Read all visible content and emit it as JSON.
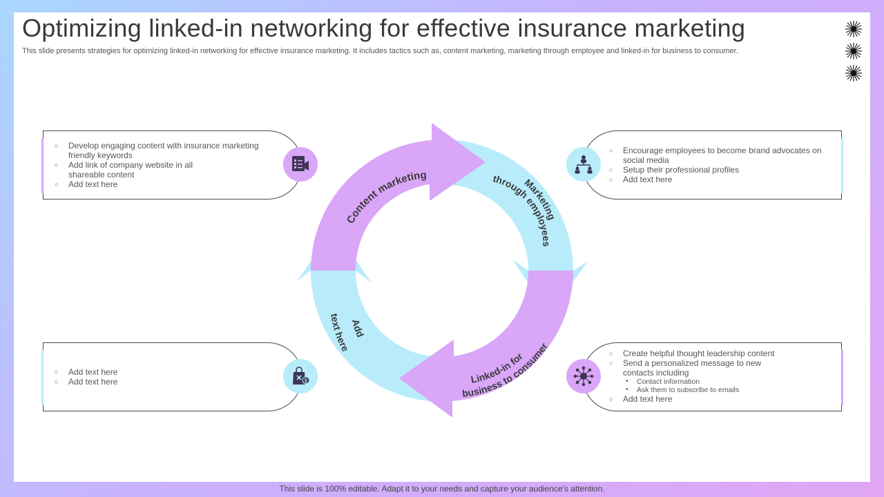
{
  "title": "Optimizing linked-in networking for effective insurance marketing",
  "subtitle": "This slide presents strategies for optimizing linked-in networking for effective insurance marketing. It includes tactics such as, content marketing, marketing through employee and linked-in for business to consumer.",
  "footer": "This slide is 100% editable. Adapt it to your needs and capture your audience's attention.",
  "colors": {
    "purple": "#d9a6f8",
    "blue": "#b8ecfb",
    "text": "#3a3a3a"
  },
  "cycle": {
    "segments": [
      {
        "line1": "Content marketing",
        "line2": ""
      },
      {
        "line1": "Marketing",
        "line2": "through employees"
      },
      {
        "line1": "Linked-in for",
        "line2": "business to consumer"
      },
      {
        "line1": "Add",
        "line2": "text here"
      }
    ]
  },
  "cards": {
    "top_left": {
      "icon": "checklist-megaphone-icon",
      "items": [
        "Develop engaging content with insurance marketing friendly keywords",
        "Add link of company website in all shareable content",
        "Add text here"
      ]
    },
    "top_right": {
      "icon": "team-hierarchy-icon",
      "items": [
        "Encourage employees to become brand advocates on social media",
        "Setup their professional profiles",
        "Add text here"
      ]
    },
    "bottom_left": {
      "icon": "shopping-bag-dollar-icon",
      "items": [
        "Add text here",
        "Add text here"
      ]
    },
    "bottom_right": {
      "icon": "network-people-icon",
      "items": [
        "Create helpful thought leadership content",
        "Send a personalized message to new contacts including",
        "Add text here"
      ],
      "sub_items": [
        "Contact information",
        "Ask them to subscribe to emails"
      ]
    }
  }
}
